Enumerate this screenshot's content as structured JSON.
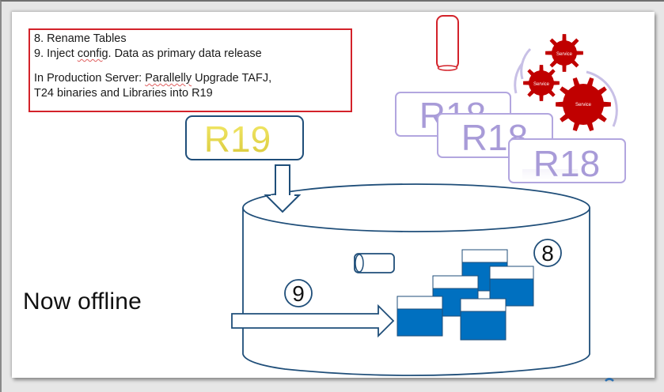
{
  "slide": {
    "notes": {
      "line1": "8. Rename Tables",
      "line2_prefix": "9. Inject ",
      "line2_flagged": "config",
      "line2_suffix": ". Data as primary data release",
      "line3_prefix": "In Production Server: ",
      "line3_flagged": "Parallelly",
      "line3_suffix": " Upgrade TAFJ,",
      "line4": "T24 binaries and Libraries into R19"
    },
    "status_text": "Now offline",
    "target_release": "R19",
    "current_releases": [
      "R18",
      "R18",
      "R18"
    ],
    "services": [
      "Service",
      "Service",
      "Service"
    ],
    "step_markers": {
      "rename": "8",
      "inject": "9"
    }
  },
  "colors": {
    "note_border": "#d3222a",
    "db_outline": "#1f4e79",
    "table_fill": "#0070c0",
    "r18_purple": "#a89bd8",
    "r19_yellow": "#e6d84a",
    "gear_red": "#c00000"
  }
}
